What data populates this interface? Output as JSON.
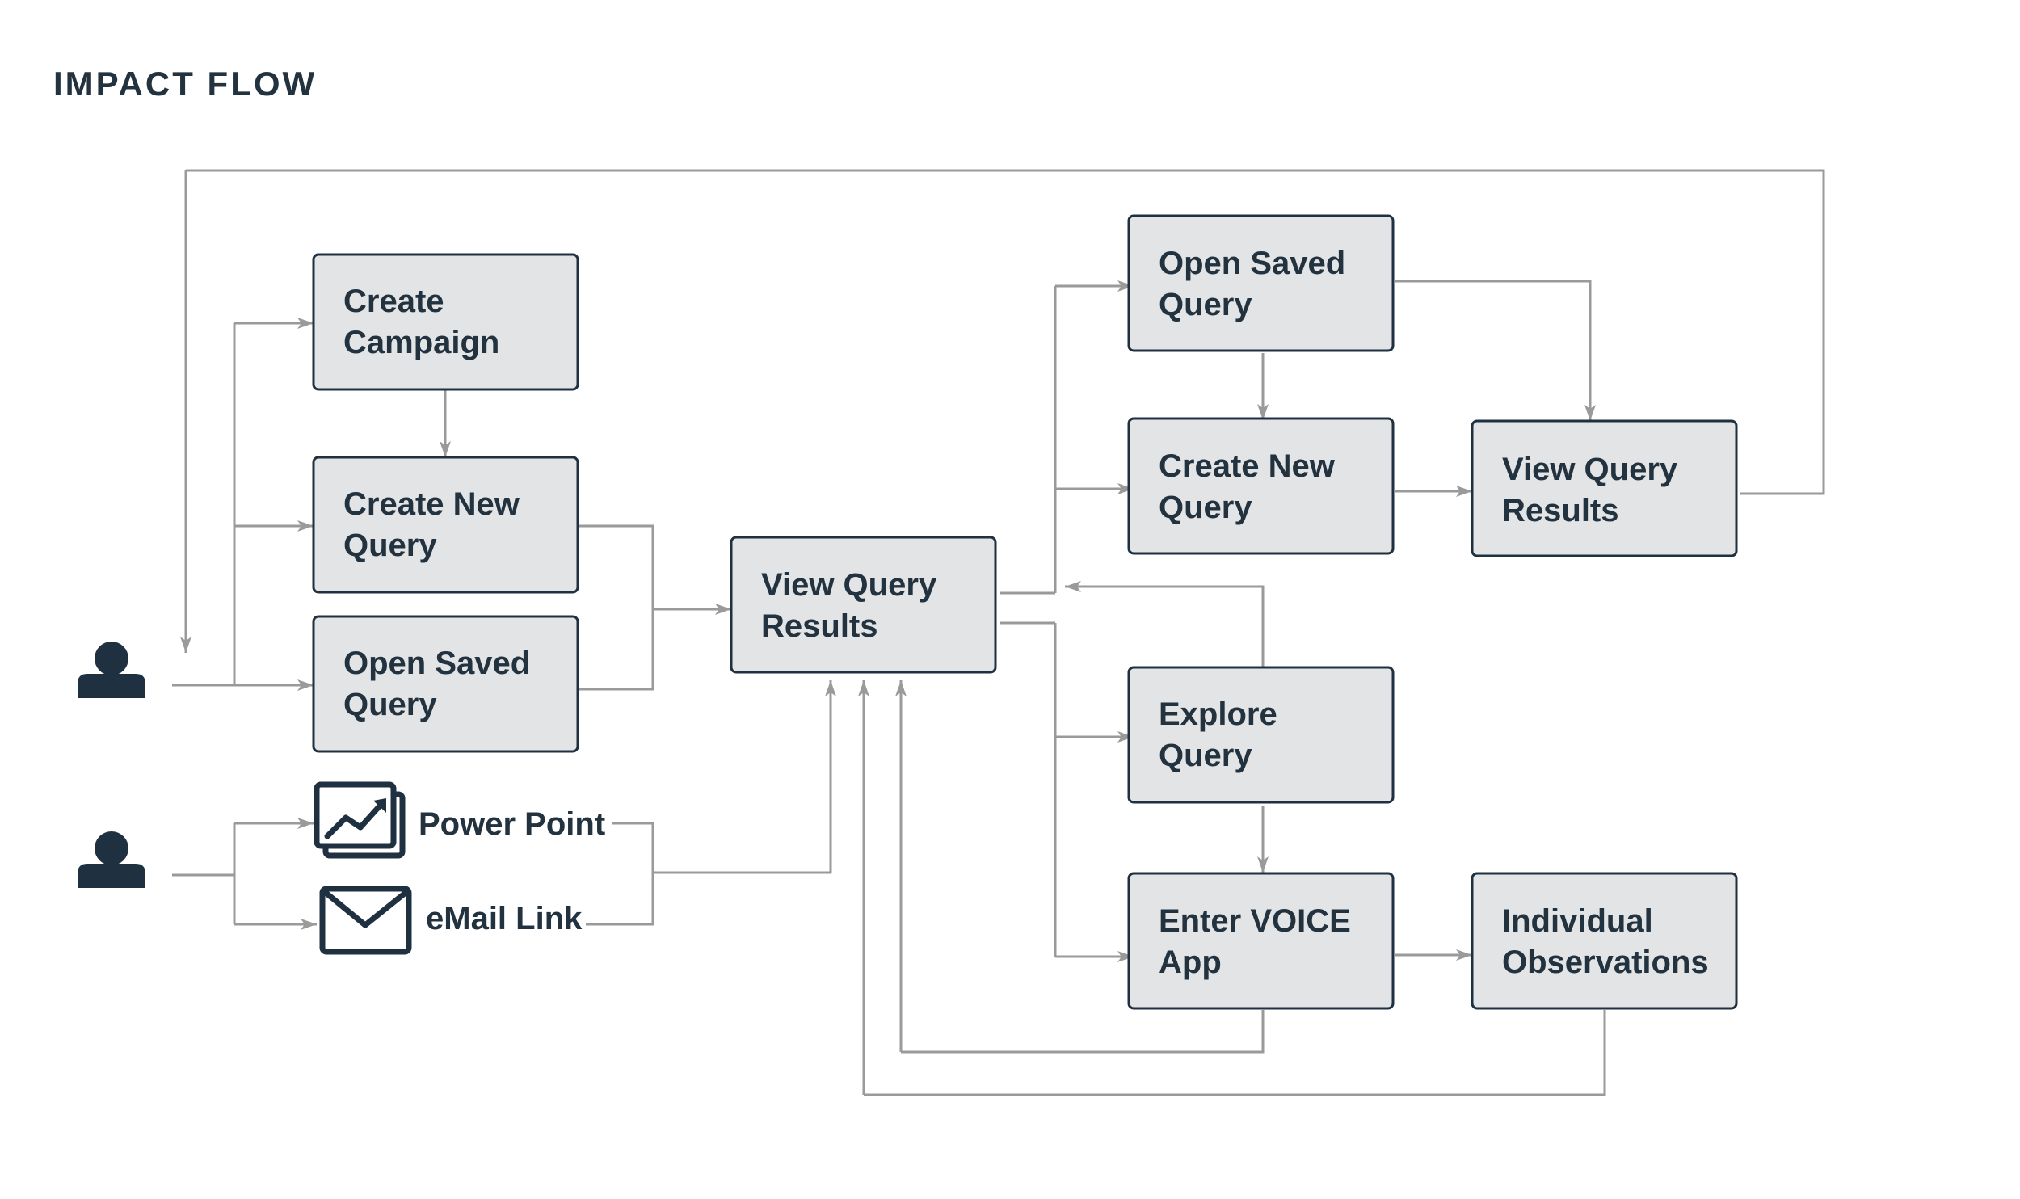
{
  "title": "IMPACT FLOW",
  "colors": {
    "node_fill": "#e3e4e6",
    "node_border": "#1f3140",
    "text": "#23323f",
    "connector": "#9a9a9a",
    "icon": "#1f3140"
  },
  "nodes": {
    "create_campaign": [
      "Create",
      "Campaign"
    ],
    "create_new_query_left": [
      "Create New",
      "Query"
    ],
    "open_saved_query_left": [
      "Open Saved",
      "Query"
    ],
    "view_query_results_center": [
      "View Query",
      "Results"
    ],
    "open_saved_query_right": [
      "Open Saved",
      "Query"
    ],
    "create_new_query_right": [
      "Create New",
      "Query"
    ],
    "view_query_results_right": [
      "View Query",
      "Results"
    ],
    "explore_query": [
      "Explore",
      "Query"
    ],
    "enter_voice_app": [
      "Enter VOICE",
      "App"
    ],
    "individual_observations": [
      "Individual",
      "Observations"
    ]
  },
  "labels": {
    "power_point": "Power Point",
    "email_link": "eMail Link"
  },
  "icons": {
    "user_top": "user-icon",
    "user_bottom": "user-icon",
    "power_point": "presentation-chart-icon",
    "email": "envelope-icon"
  }
}
